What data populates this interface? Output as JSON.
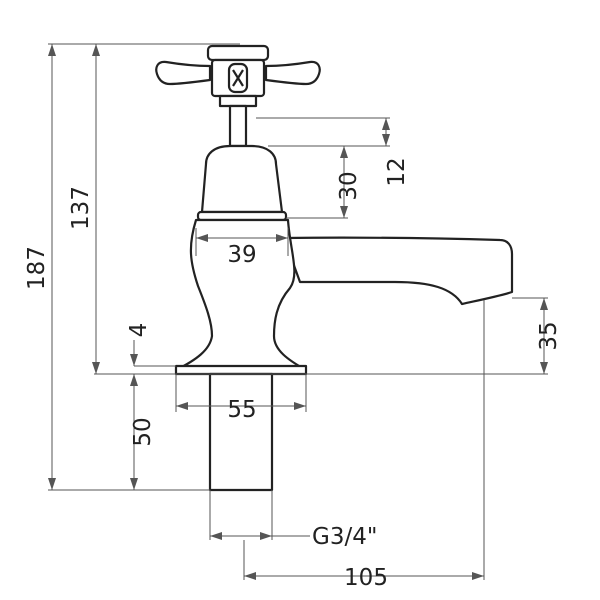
{
  "drawing": {
    "dimensions": {
      "total_height": "187",
      "body_height": "137",
      "handle_offset": "12",
      "head_height": "30",
      "head_width": "39",
      "base_lip": "4",
      "spout_height": "35",
      "base_width": "55",
      "shank_length": "50",
      "thread": "G3/4\"",
      "projection": "105"
    }
  }
}
